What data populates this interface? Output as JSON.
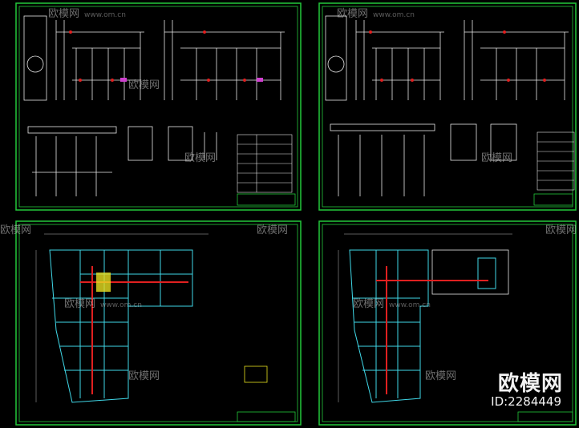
{
  "watermark": {
    "brand_text": "欧模网",
    "site_text": "www.om.cn"
  },
  "brand_overlay": {
    "name": "欧模网",
    "id_text": "ID:2284449"
  },
  "colors": {
    "frame": "#22c93a",
    "line_white": "#e8e8e8",
    "line_red": "#e02020",
    "line_magenta": "#d040d0",
    "line_cyan": "#40d8e8",
    "line_yellow": "#e8e020",
    "background": "#000000"
  },
  "sheets": [
    {
      "kind": "electrical-schematic"
    },
    {
      "kind": "electrical-schematic"
    },
    {
      "kind": "floor-plan"
    },
    {
      "kind": "floor-plan-with-annex"
    }
  ]
}
